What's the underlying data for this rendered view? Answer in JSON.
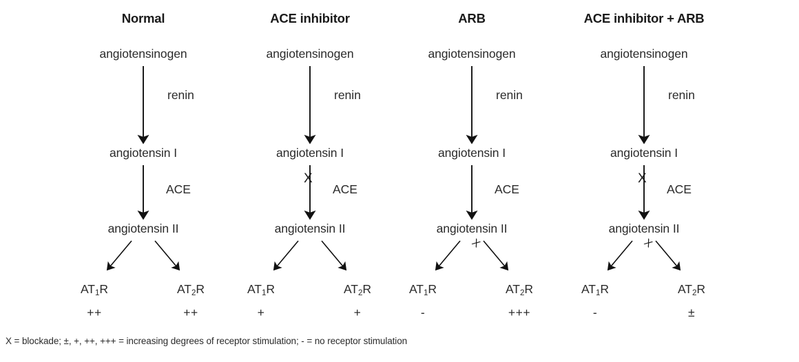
{
  "figure": {
    "type": "flow-diagram",
    "footnote": "X = blockade; ±, +, ++, +++ = increasing degrees of receptor stimulation; - = no receptor stimulation",
    "edge_labels": {
      "renin": "renin",
      "ace": "ACE"
    },
    "blockade_symbol": "X",
    "nodes": {
      "angiotensinogen": "angiotensinogen",
      "angiotensin_1": "angiotensin I",
      "angiotensin_2": "angiotensin II"
    },
    "receptors": {
      "at1": "AT",
      "at1_sub": "1",
      "at1_suffix": "R",
      "at2": "AT",
      "at2_sub": "2",
      "at2_suffix": "R"
    },
    "columns": [
      {
        "title": "Normal",
        "renin_blocked": false,
        "ace_blocked": false,
        "at1_blocked": false,
        "at2_blocked": false,
        "at1_score": "++",
        "at2_score": "++"
      },
      {
        "title": "ACE inhibitor",
        "renin_blocked": false,
        "ace_blocked": true,
        "at1_blocked": false,
        "at2_blocked": false,
        "at1_score": "+",
        "at2_score": "+"
      },
      {
        "title": "ARB",
        "renin_blocked": false,
        "ace_blocked": false,
        "at1_blocked": true,
        "at2_blocked": false,
        "at1_score": "-",
        "at2_score": "+++"
      },
      {
        "title": "ACE inhibitor + ARB",
        "renin_blocked": false,
        "ace_blocked": true,
        "at1_blocked": true,
        "at2_blocked": false,
        "at1_score": "-",
        "at2_score": "±"
      }
    ]
  }
}
